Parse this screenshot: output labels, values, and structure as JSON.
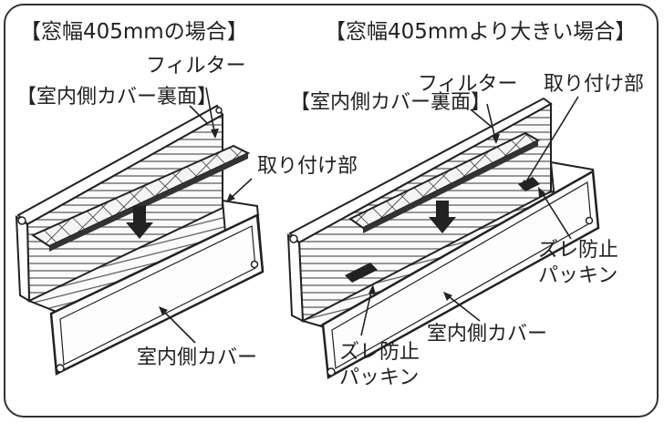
{
  "left": {
    "heading": "【窓幅405mmの場合】",
    "filter_label": "フィルター",
    "back_label": "【室内側カバー裏面】",
    "mount_label": "取り付け部",
    "cover_label": "室内側カバー"
  },
  "right": {
    "heading": "【窓幅405mmより大きい場合】",
    "filter_label": "フィルター",
    "mount_label": "取り付け部",
    "back_label": "【室内側カバー裏面】",
    "packing_right_line1": "ズレ防止",
    "packing_right_line2": "パッキン",
    "cover_label": "室内側カバー",
    "packing_left_line1": "ズレ防止",
    "packing_left_line2": "パッキン"
  }
}
